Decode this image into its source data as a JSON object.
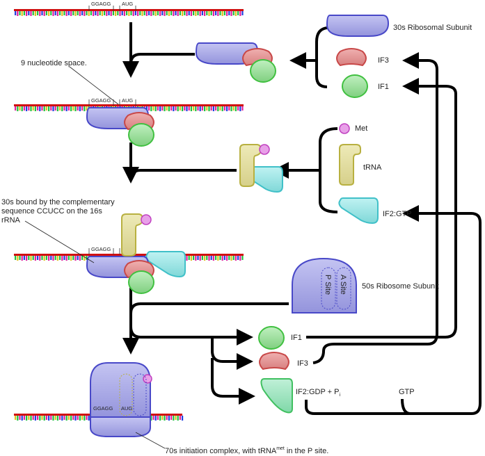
{
  "labels": {
    "small_subunit": "30s Ribosomal Subunit",
    "if3": "IF3",
    "if1": "IF1",
    "met": "Met",
    "trna": "tRNA",
    "if2_gtp": "IF2:GTP",
    "large_subunit": "50s Ribosome Subunit",
    "p_site": "P Site",
    "a_site": "A Site",
    "if1_out": "IF1",
    "if3_out": "IF3",
    "if2_gdp": "IF2:GDP + P",
    "if2_gdp_sub": "i",
    "gtp": "GTP",
    "shine_dalgarno": "GGAGG",
    "start_codon": "AUG"
  },
  "annotations": {
    "nine_nt": "9 nucleotide space.",
    "bound_line1": "30s bound by the complementary",
    "bound_line2": "sequence CCUCC on the 16s",
    "bound_line3": "rRNA",
    "complex_pre": "70s initiation complex, with tRNA",
    "complex_sup": "met",
    "complex_post": " in the P site."
  },
  "colors": {
    "small_subunit": "#9f9fe0",
    "if3": "#e08a8a",
    "if1": "#8fdc8f",
    "trna": "#e0dc9a",
    "met": "#e07ee0",
    "if2": "#8fe0e0",
    "if2_gdp": "#8fe0b0",
    "mrna_backbone": "#d01010"
  }
}
